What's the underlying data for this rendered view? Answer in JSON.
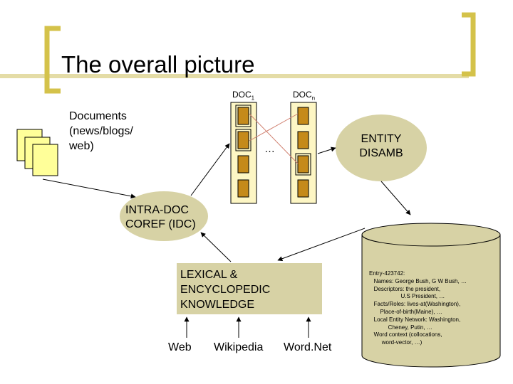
{
  "slide": {
    "title": "The overall picture"
  },
  "documents": {
    "label": "Documents\n(news/blogs/\nweb)",
    "icon": "document-stack-icon"
  },
  "doc_columns": {
    "first_label": "DOC",
    "first_sub": "1",
    "last_label": "DOC",
    "last_sub": "n",
    "ellipsis": "…"
  },
  "nodes": {
    "entity_disamb": "ENTITY\nDISAMB",
    "intra_doc_coref": "INTRA-DOC\nCOREF (IDC)",
    "knowledge": "LEXICAL &\nENCYCLOPEDIC\nKNOWLEDGE"
  },
  "sources": [
    "Web",
    "Wikipedia",
    "Word.Net"
  ],
  "database": {
    "text": "Entry-423742:\n   Names: George Bush, G W Bush, …\n   Descriptors: the president,\n                    U.S President, …\n   Facts/Roles: lives-at(Washington),\n       Place-of-birth(Maine), …\n   Local Entity Network: Washington,\n            Cheney, Putin, …\n   Word context (collocations,\n        word-vector, …)"
  },
  "colors": {
    "bracket": "#d4c24a",
    "title_rule": "#e4dca6",
    "box_fill": "#fdf6c4",
    "mention_fill": "#c58a1a",
    "link_red": "#d08070",
    "node_fill": "#d7d2a5",
    "page_fill": "#ffff99",
    "line": "#000000"
  }
}
